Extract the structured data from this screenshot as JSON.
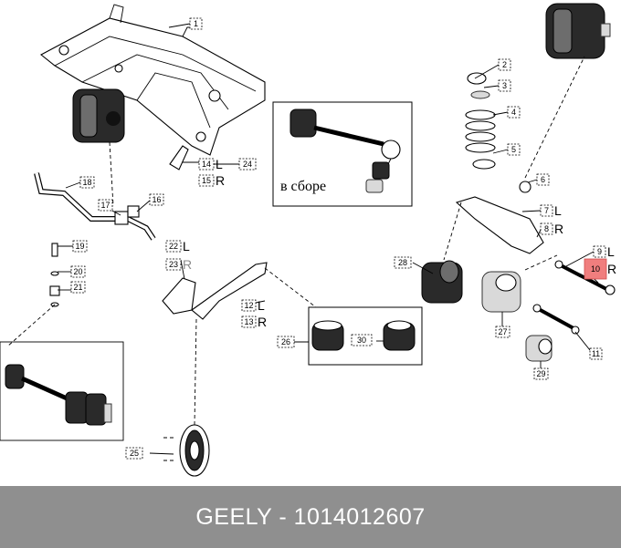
{
  "callouts": [
    {
      "id": "1",
      "label": "1"
    },
    {
      "id": "2",
      "label": "2"
    },
    {
      "id": "3",
      "label": "3"
    },
    {
      "id": "4",
      "label": "4"
    },
    {
      "id": "5",
      "label": "5"
    },
    {
      "id": "6",
      "label": "6"
    },
    {
      "id": "7",
      "label": "7",
      "side": "L"
    },
    {
      "id": "8",
      "label": "8",
      "side": "R"
    },
    {
      "id": "9",
      "label": "9",
      "side": "L"
    },
    {
      "id": "10",
      "label": "10",
      "side": "R",
      "highlighted": true
    },
    {
      "id": "11",
      "label": "11"
    },
    {
      "id": "12",
      "label": "12",
      "side": "L"
    },
    {
      "id": "13",
      "label": "13",
      "side": "R"
    },
    {
      "id": "14",
      "label": "14",
      "side": "L"
    },
    {
      "id": "15",
      "label": "15",
      "side": "R"
    },
    {
      "id": "16",
      "label": "16"
    },
    {
      "id": "17",
      "label": "17"
    },
    {
      "id": "18",
      "label": "18"
    },
    {
      "id": "19",
      "label": "19"
    },
    {
      "id": "20",
      "label": "20"
    },
    {
      "id": "21",
      "label": "21"
    },
    {
      "id": "22",
      "label": "22",
      "side": "L"
    },
    {
      "id": "23",
      "label": "23",
      "side": "R"
    },
    {
      "id": "24",
      "label": "24"
    },
    {
      "id": "25",
      "label": "25"
    },
    {
      "id": "26",
      "label": "26"
    },
    {
      "id": "27",
      "label": "27"
    },
    {
      "id": "28",
      "label": "28"
    },
    {
      "id": "29",
      "label": "29"
    },
    {
      "id": "30",
      "label": "30"
    }
  ],
  "inset_caption": "в сборе",
  "footer": {
    "brand": "GEELY",
    "separator": "-",
    "part_number": "1014012607",
    "text": "GEELY - 1014012607"
  },
  "colors": {
    "highlight": "#f07e7e",
    "footer_bg": "#8f8f8f",
    "footer_text": "#ffffff"
  }
}
